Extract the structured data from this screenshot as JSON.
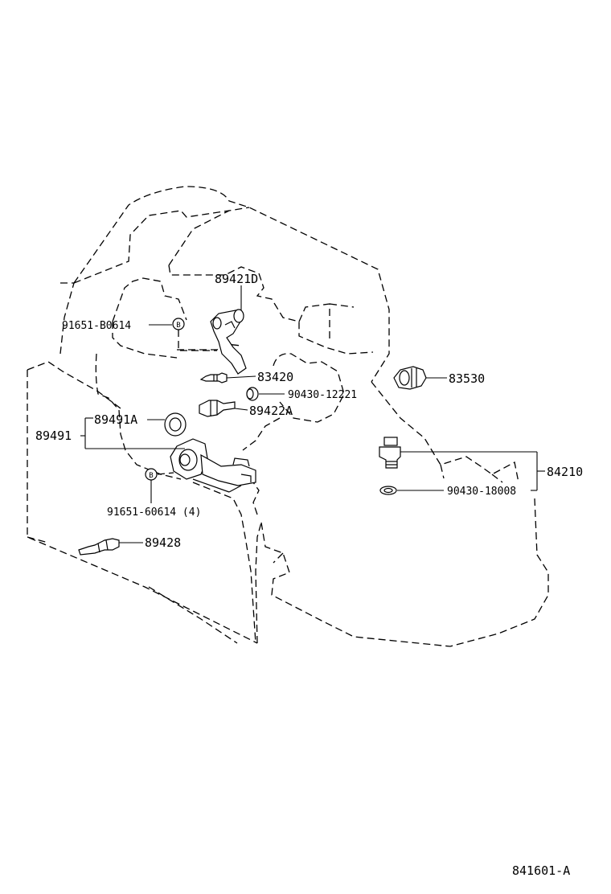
{
  "labels": {
    "p89421D": "89421D",
    "p91651B": "91651-B0614",
    "p83420": "83420",
    "p90430_12221": "90430-12221",
    "p89422A": "89422A",
    "p89491A": "89491A",
    "p89491": "89491",
    "p91651_60614": "91651-60614 (4)",
    "p89428": "89428",
    "p83530": "83530",
    "p84210": "84210",
    "p90430_18008": "90430-18008"
  },
  "figure_id": "841601-A"
}
